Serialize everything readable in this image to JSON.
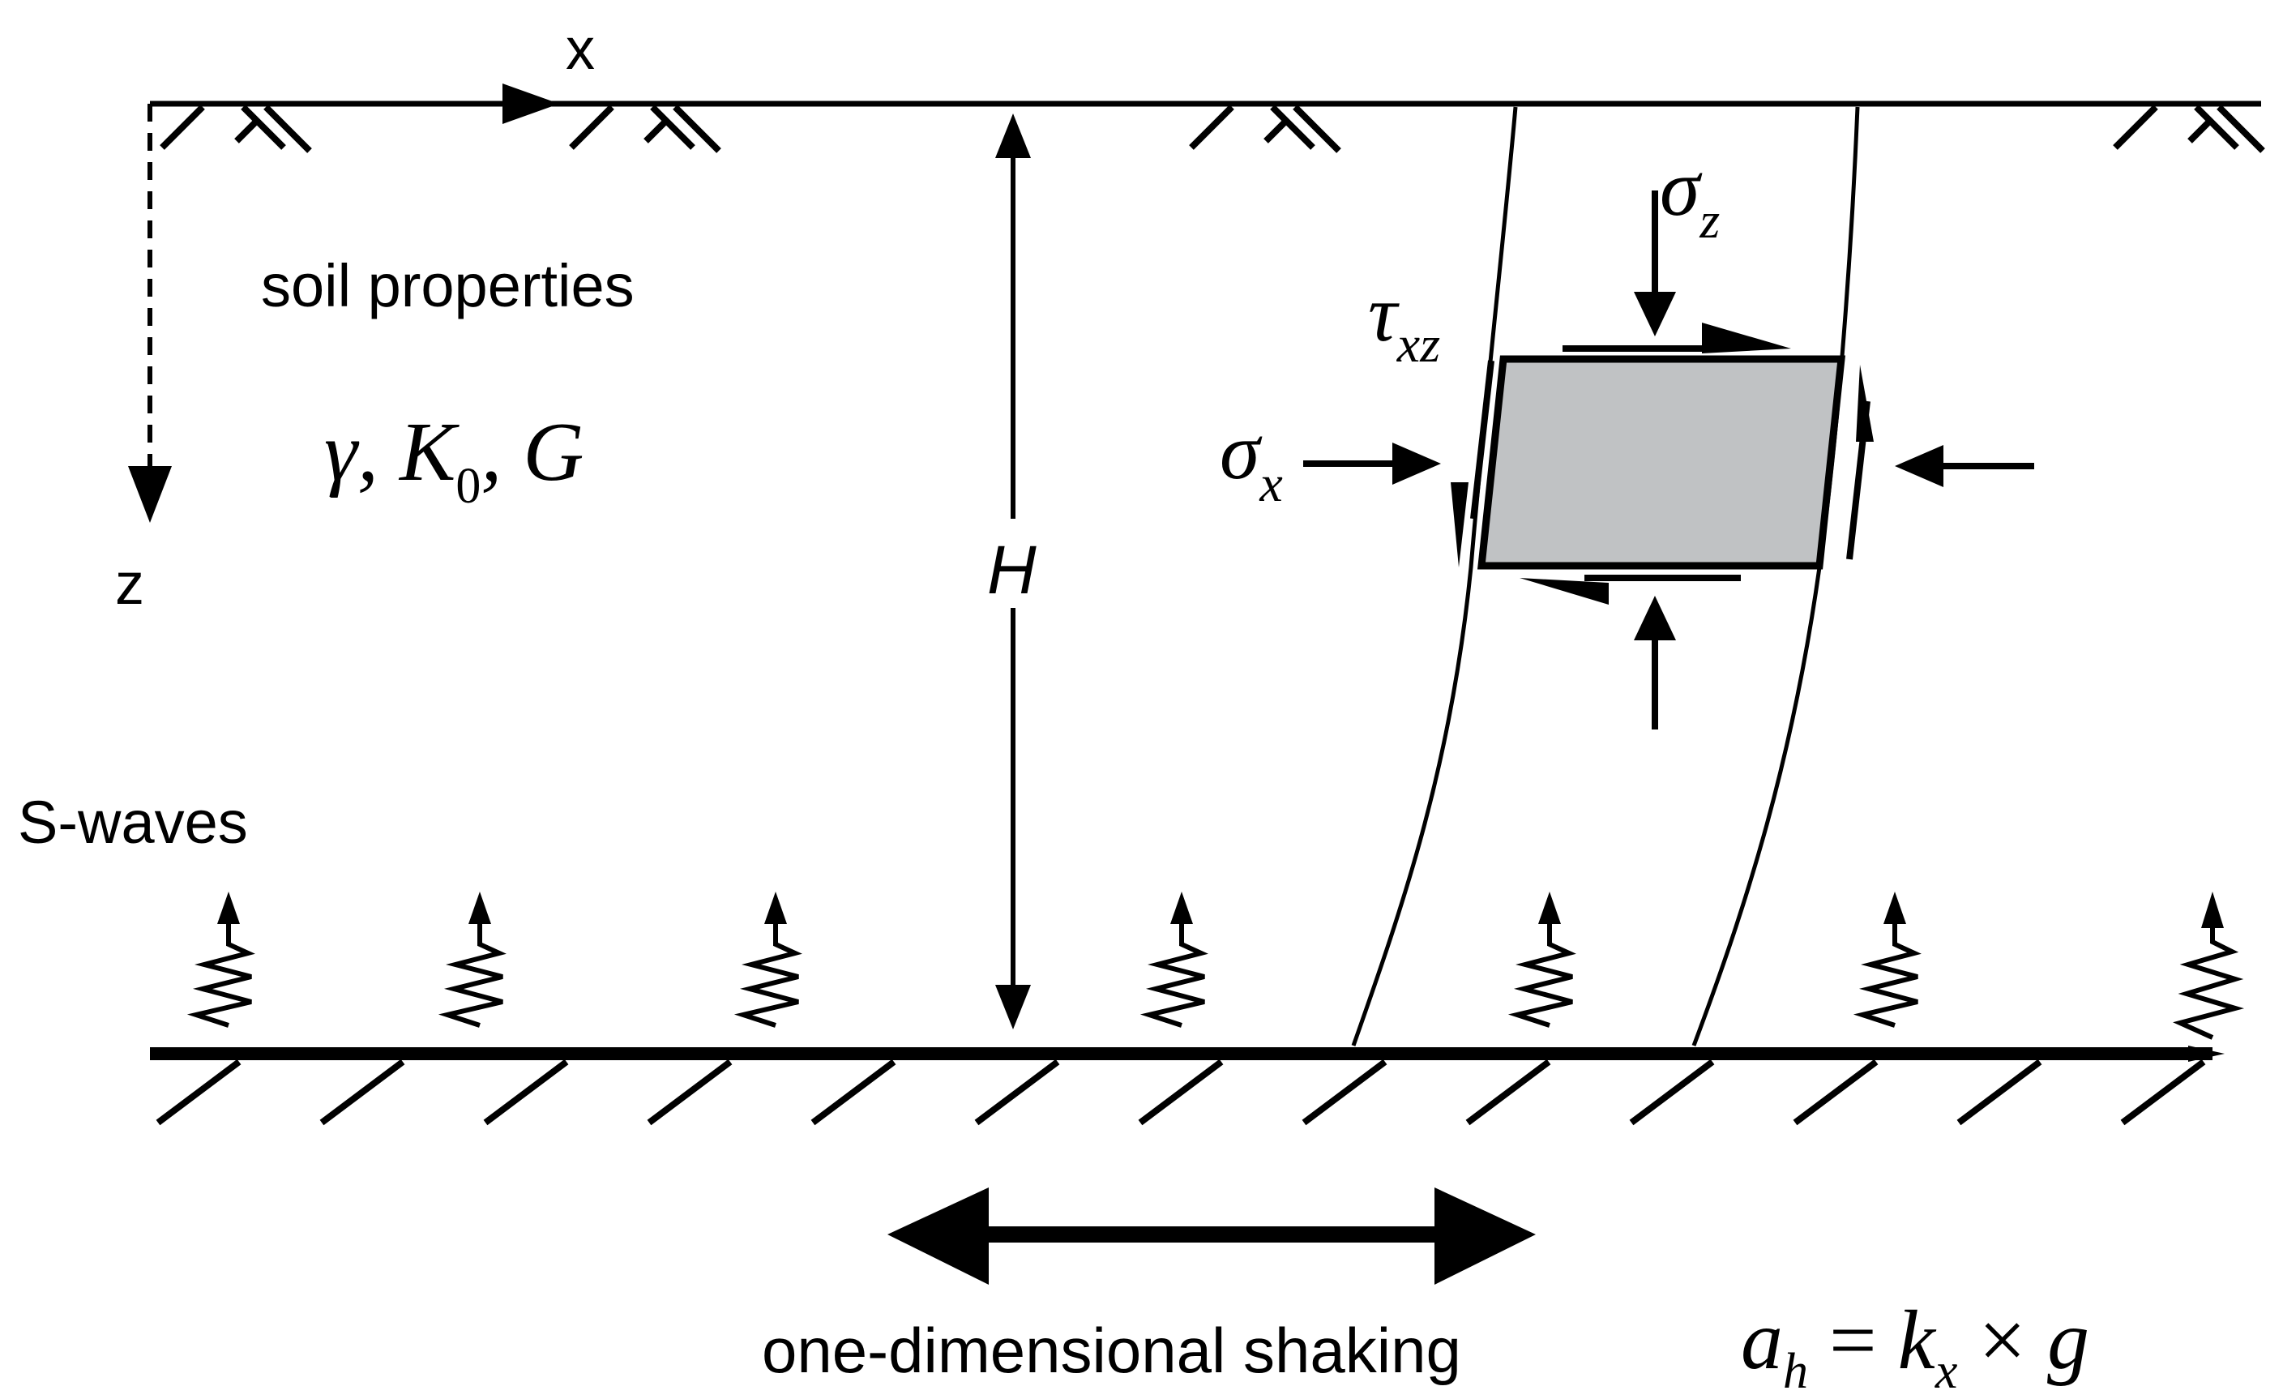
{
  "axes": {
    "x_label": "x",
    "z_label": "z"
  },
  "soil": {
    "title": "soil properties",
    "params": {
      "gamma": "γ",
      "k": "K",
      "k_sub": "0",
      "g": "G",
      "separator": ","
    }
  },
  "depth_label": "H",
  "stresses": {
    "sigma": "σ",
    "sigma_z_sub": "z",
    "sigma_x_sub": "x",
    "tau": "τ",
    "tau_sub": "xz"
  },
  "waves_label": "S-waves",
  "shaking": {
    "label": "one-dimensional shaking",
    "formula": {
      "a": "a",
      "a_sub": "h",
      "equals": "=",
      "k": "k",
      "k_sub": "x",
      "times": "×",
      "g": "g"
    }
  },
  "colors": {
    "line": "#000000",
    "element_fill": "#c0c2c4",
    "background": "#ffffff"
  }
}
